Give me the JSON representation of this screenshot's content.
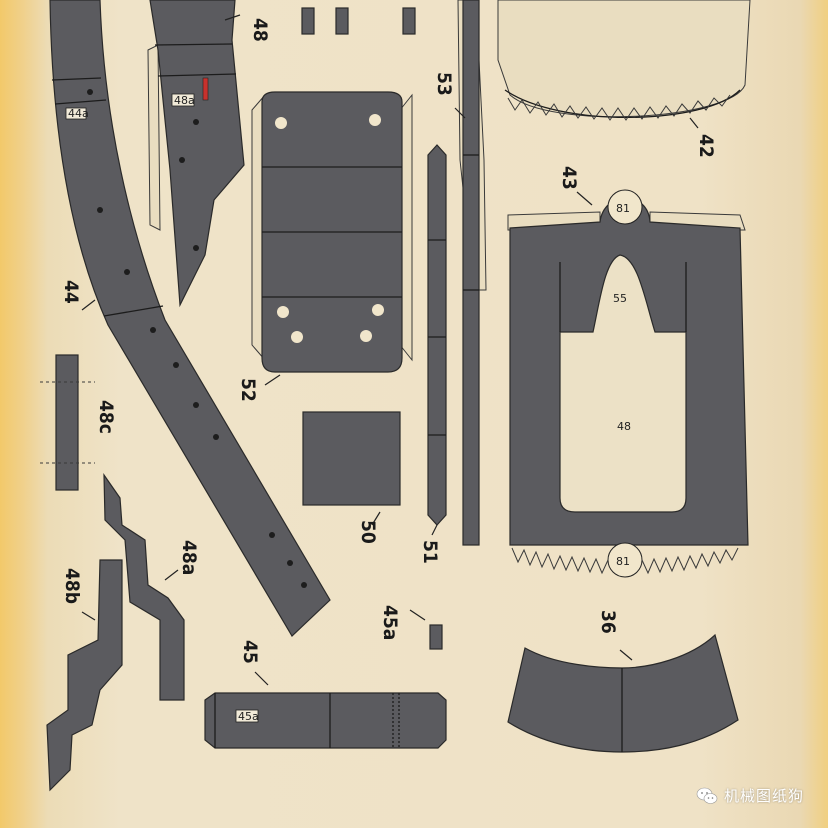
{
  "sheet": {
    "paper_color": "#efe3c7",
    "part_color": "#5b5b5f",
    "parts": [
      {
        "id": "48",
        "label": "48"
      },
      {
        "id": "53",
        "label": "53"
      },
      {
        "id": "42",
        "label": "42"
      },
      {
        "id": "43",
        "label": "43"
      },
      {
        "id": "44",
        "label": "44"
      },
      {
        "id": "52",
        "label": "52"
      },
      {
        "id": "48c",
        "label": "48c"
      },
      {
        "id": "48a",
        "label": "48a"
      },
      {
        "id": "48b",
        "label": "48b"
      },
      {
        "id": "50",
        "label": "50"
      },
      {
        "id": "51",
        "label": "51"
      },
      {
        "id": "45a",
        "label": "45a"
      },
      {
        "id": "36",
        "label": "36"
      },
      {
        "id": "45",
        "label": "45"
      }
    ],
    "inner_marks": {
      "frame_top_circle": "81",
      "frame_bottom_circle": "81",
      "frame_window": "48",
      "frame_arch": "55",
      "strip_44_tag": "44a",
      "part_48_tag": "48a",
      "part_45_tag": "45a"
    }
  },
  "watermark": {
    "text": "机械图纸狗",
    "icon": "wechat-icon"
  }
}
